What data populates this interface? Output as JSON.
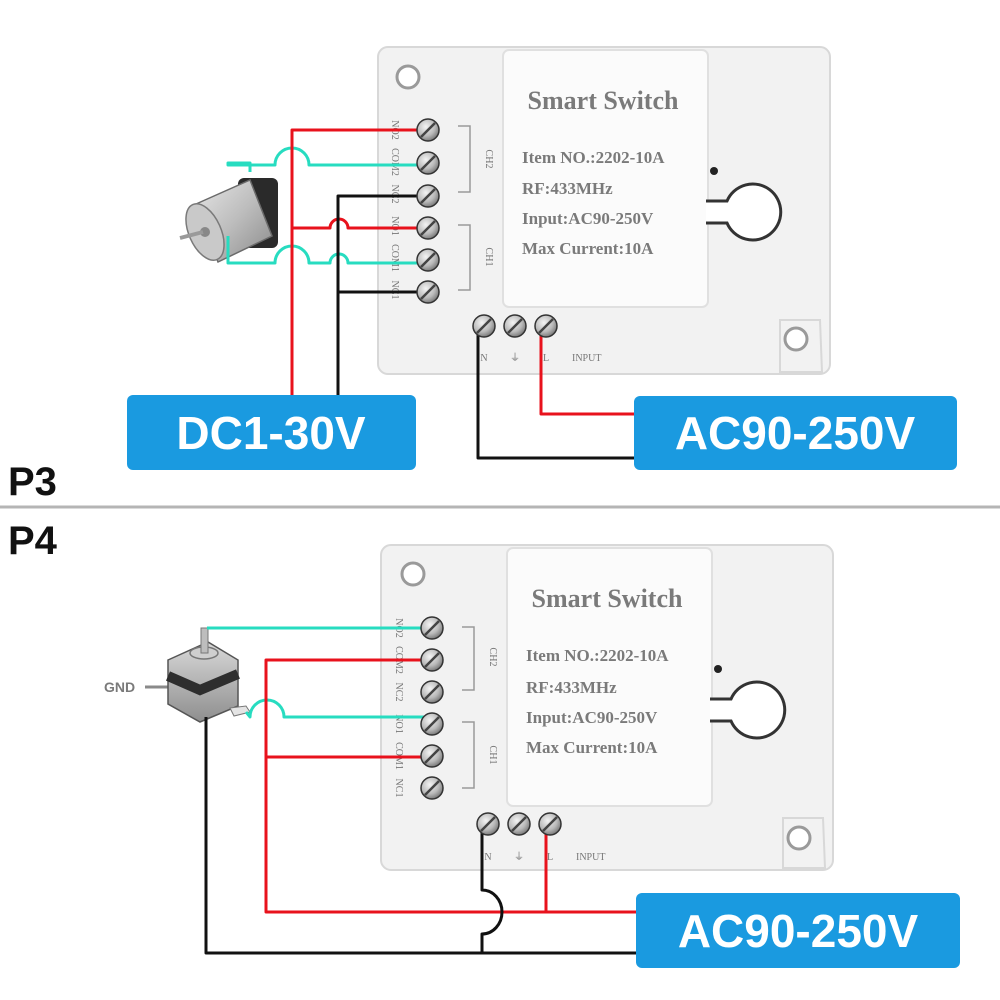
{
  "panels": [
    {
      "label": "P3",
      "module": {
        "title": "Smart Switch",
        "specs": [
          "Item NO.:2202-10A",
          "RF:433MHz",
          "Input:AC90-250V",
          "Max Current:10A"
        ],
        "terminals": [
          "NO2",
          "COM2",
          "NC2",
          "NO1",
          "COM1",
          "NC1"
        ],
        "channels": [
          "CH2",
          "CH1"
        ],
        "input_terminals": [
          "N",
          "⏚",
          "L"
        ],
        "input_label": "INPUT"
      },
      "load": "dc-motor",
      "badges": [
        "DC1-30V",
        "AC90-250V"
      ]
    },
    {
      "label": "P4",
      "module": {
        "title": "Smart Switch",
        "specs": [
          "Item NO.:2202-10A",
          "RF:433MHz",
          "Input:AC90-250V",
          "Max Current:10A"
        ],
        "terminals": [
          "NO2",
          "COM2",
          "NC2",
          "NO1",
          "COM1",
          "NC1"
        ],
        "channels": [
          "CH2",
          "CH1"
        ],
        "input_terminals": [
          "N",
          "⏚",
          "L"
        ],
        "input_label": "INPUT"
      },
      "load": "stepper-motor",
      "gnd_label": "GND",
      "badges": [
        "AC90-250V"
      ]
    }
  ],
  "colors": {
    "wire_red": "#e8121c",
    "wire_black": "#111111",
    "wire_teal": "#27dcc0",
    "badge_blue": "#1a9ae0",
    "module_body": "#f2f2f2",
    "divider": "#b5b5b5"
  }
}
